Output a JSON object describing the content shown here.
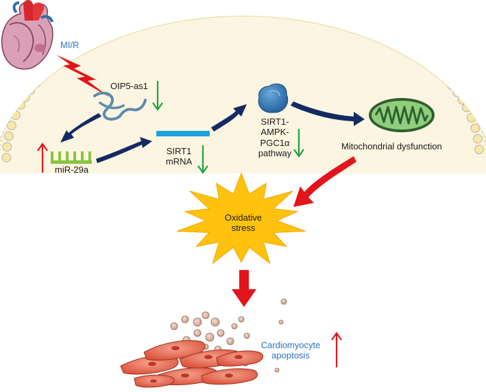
{
  "labels": {
    "mi_r": "MI/R",
    "oip5_as1": "OIP5-as1",
    "mir_29a": "miR-29a",
    "sirt1_mrna_line1": "SIRT1",
    "sirt1_mrna_line2": "mRNA",
    "pathway_line1": "SIRT1-",
    "pathway_line2": "AMPK-",
    "pathway_line3": "PGC1α",
    "pathway_line4": "pathway",
    "mito_dysfunction": "Mitochondrial dysfunction",
    "oxidative_line1": "Oxidative",
    "oxidative_line2": "stress",
    "apoptosis_line1": "Cardiomyocyte",
    "apoptosis_line2": "apoptosis"
  },
  "regulation": {
    "oip5_as1": "down",
    "mir_29a": "up",
    "sirt1_mrna": "down",
    "pathway": "down",
    "apoptosis": "up"
  },
  "colors": {
    "membrane_fill": "#fbf5e1",
    "lipid_head": "#f7e8a6",
    "lipid_outline": "#b4b4b4",
    "dark_arrow": "#142a63",
    "red_arrow": "#e3141b",
    "green_arrow": "#1aa33c",
    "mrna_bar": "#1aa3df",
    "mirna": "#8ac43f",
    "lncrna": "#5b8bb0",
    "starburst": "#ffc20e",
    "cell": "#e8614b",
    "label_blue": "#2b73c2"
  },
  "icons": {
    "heart": "heart-icon",
    "lightning": "lightning-icon",
    "protein": "sirt1-protein-icon",
    "mitochondrion": "mitochondrion-icon",
    "cells": "cardiomyocyte-cells-icon"
  }
}
